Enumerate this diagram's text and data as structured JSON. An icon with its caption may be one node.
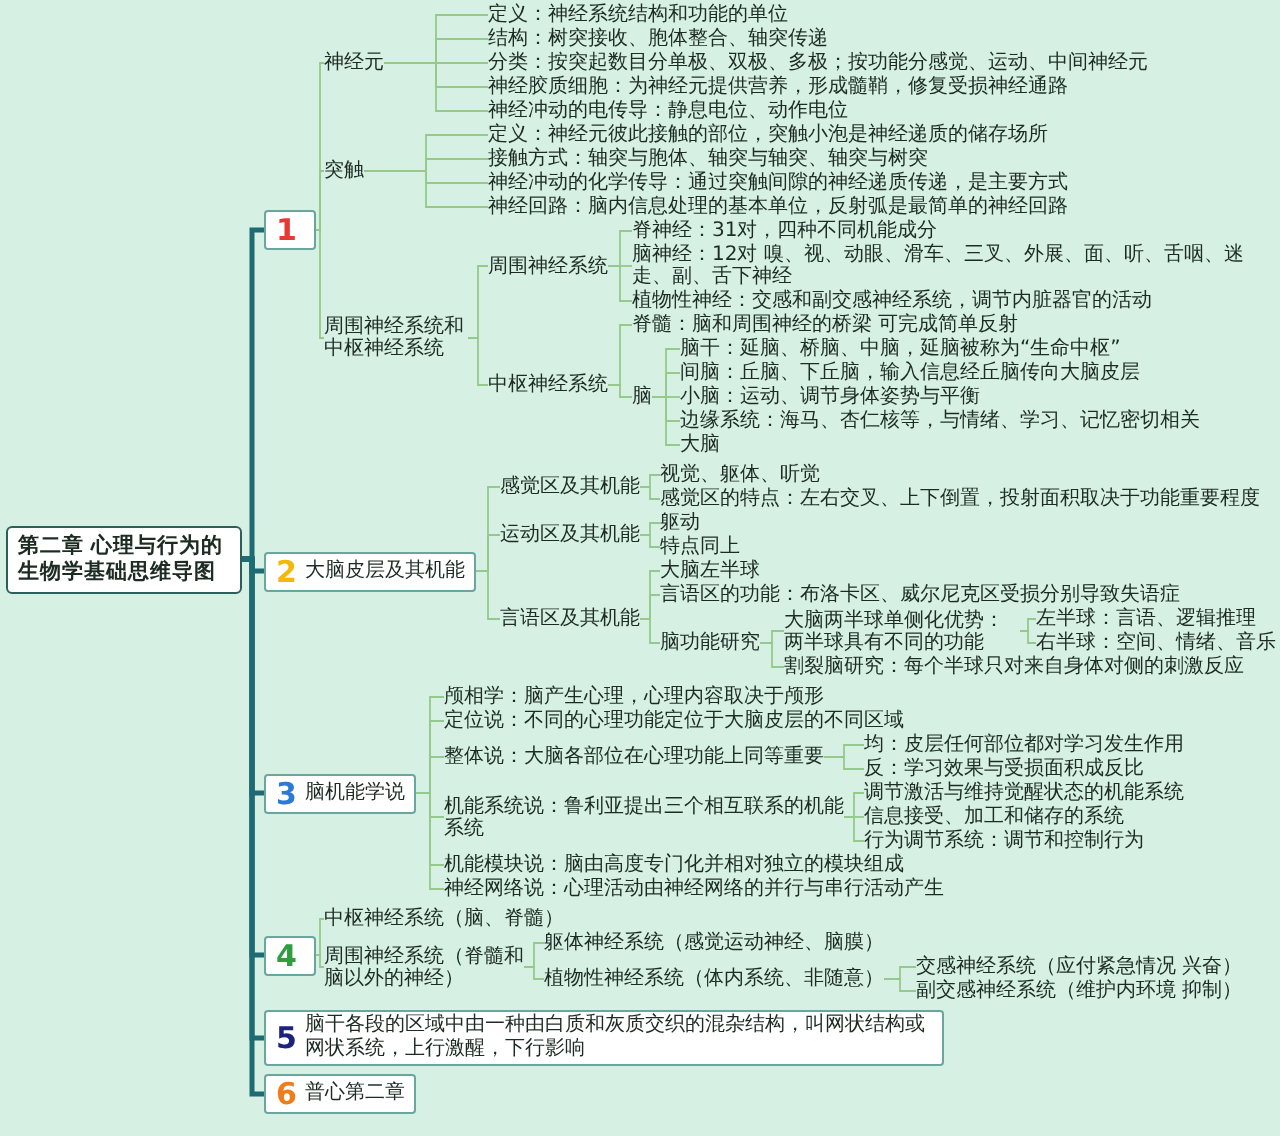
{
  "diagram": {
    "nodes": [
      {
        "text": [
          "第二章 心理与行为的生物学基础思维导图"
        ]
      },
      {
        "text": [
          "1"
        ]
      },
      {
        "text": [
          "神经元"
        ]
      },
      {
        "text": [
          "定义：神经系统结构和功能的单位"
        ]
      },
      {
        "text": [
          "结构：树突接收、胞体整合、轴突传递"
        ]
      },
      {
        "text": [
          "分类：按突起数目分单极、双极、多极；按功能分感觉、运动、中间神经元"
        ]
      },
      {
        "text": [
          "神经胶质细胞：为神经元提供营养，形成髓鞘，修复受损神经通路"
        ]
      },
      {
        "text": [
          "神经冲动的电传导：静息电位、动作电位"
        ]
      },
      {
        "text": [
          "突触"
        ]
      },
      {
        "text": [
          "定义：神经元彼此接触的部位，突触小泡是神经递质的储存场所"
        ]
      },
      {
        "text": [
          "接触方式：轴突与胞体、轴突与轴突、轴突与树突"
        ]
      },
      {
        "text": [
          "神经冲动的化学传导：通过突触间隙的神经递质传递，是主要方式"
        ]
      },
      {
        "text": [
          "神经回路：脑内信息处理的基本单位，反射弧是最简单的神经回路"
        ]
      },
      {
        "text": [
          "周围神经系统和中枢神经系统"
        ]
      },
      {
        "text": [
          "周围神经系统"
        ]
      },
      {
        "text": [
          "脊神经：31对，四种不同机能成分"
        ]
      },
      {
        "text": [
          "脑神经：12对 嗅、视、动眼、滑车、三叉、外展、面、听、舌咽、迷走、副、舌下神经"
        ]
      },
      {
        "text": [
          "植物性神经：交感和副交感神经系统，调节内脏器官的活动"
        ]
      },
      {
        "text": [
          "中枢神经系统"
        ]
      },
      {
        "text": [
          "脊髓：脑和周围神经的桥梁 可完成简单反射"
        ]
      },
      {
        "text": [
          "脑"
        ]
      },
      {
        "text": [
          "脑干：延脑、桥脑、中脑，延脑被称为“生命中枢”"
        ]
      },
      {
        "text": [
          "间脑：丘脑、下丘脑，输入信息经丘脑传向大脑皮层"
        ]
      },
      {
        "text": [
          "小脑：运动、调节身体姿势与平衡"
        ]
      },
      {
        "text": [
          "边缘系统：海马、杏仁核等，与情绪、学习、记忆密切相关"
        ]
      },
      {
        "text": [
          "大脑"
        ]
      },
      {
        "text": [
          "2",
          "大脑皮层及其机能"
        ]
      },
      {
        "text": [
          "感觉区及其机能"
        ]
      },
      {
        "text": [
          "视觉、躯体、听觉"
        ]
      },
      {
        "text": [
          "感觉区的特点：左右交叉、上下倒置，投射面积取决于功能重要程度"
        ]
      },
      {
        "text": [
          "运动区及其机能"
        ]
      },
      {
        "text": [
          "躯动"
        ]
      },
      {
        "text": [
          "特点同上"
        ]
      },
      {
        "text": [
          "言语区及其机能"
        ]
      },
      {
        "text": [
          "大脑左半球"
        ]
      },
      {
        "text": [
          "言语区的功能：布洛卡区、威尔尼克区受损分别导致失语症"
        ]
      },
      {
        "text": [
          "脑功能研究"
        ]
      },
      {
        "text": [
          "大脑两半球单侧化优势：两半球具有不同的功能"
        ]
      },
      {
        "text": [
          "左半球：言语、逻辑推理"
        ]
      },
      {
        "text": [
          "右半球：空间、情绪、音乐"
        ]
      },
      {
        "text": [
          "割裂脑研究：每个半球只对来自身体对侧的刺激反应"
        ]
      },
      {
        "text": [
          "3",
          "脑机能学说"
        ]
      },
      {
        "text": [
          "颅相学：脑产生心理，心理内容取决于颅形"
        ]
      },
      {
        "text": [
          "定位说：不同的心理功能定位于大脑皮层的不同区域"
        ]
      },
      {
        "text": [
          "整体说：大脑各部位在心理功能上同等重要"
        ]
      },
      {
        "text": [
          "均：皮层任何部位都对学习发生作用"
        ]
      },
      {
        "text": [
          "反：学习效果与受损面积成反比"
        ]
      },
      {
        "text": [
          "机能系统说：鲁利亚提出三个相互联系的机能系统"
        ]
      },
      {
        "text": [
          "调节激活与维持觉醒状态的机能系统"
        ]
      },
      {
        "text": [
          "信息接受、加工和储存的系统"
        ]
      },
      {
        "text": [
          "行为调节系统：调节和控制行为"
        ]
      },
      {
        "text": [
          "机能模块说：脑由高度专门化并相对独立的模块组成"
        ]
      },
      {
        "text": [
          "神经网络说：心理活动由神经网络的并行与串行活动产生"
        ]
      },
      {
        "text": [
          "4"
        ]
      },
      {
        "text": [
          "中枢神经系统（脑、脊髓）"
        ]
      },
      {
        "text": [
          "周围神经系统（脊髓和脑以外的神经）"
        ]
      },
      {
        "text": [
          "躯体神经系统（感觉运动神经、脑膜）"
        ]
      },
      {
        "text": [
          "植物性神经系统（体内系统、非随意）"
        ]
      },
      {
        "text": [
          "交感神经系统（应付紧急情况 兴奋）"
        ]
      },
      {
        "text": [
          "副交感神经系统（维护内环境 抑制）"
        ]
      },
      {
        "text": [
          "5",
          "脑干各段的区域中由一种由白质和灰质交织的混杂结构，叫网状结构或网状系统，上行激醒，下行影响"
        ]
      },
      {
        "text": [
          "6",
          "普心第二章"
        ]
      }
    ],
    "edges": [
      {
        "from": 0,
        "to": 1,
        "arrow": "none",
        "style": "thick",
        "color": "#1e6b73"
      },
      {
        "from": 0,
        "to": 26,
        "arrow": "none",
        "style": "thick",
        "color": "#1e6b73"
      },
      {
        "from": 0,
        "to": 41,
        "arrow": "none",
        "style": "thick",
        "color": "#1e6b73"
      },
      {
        "from": 0,
        "to": 53,
        "arrow": "none",
        "style": "thick",
        "color": "#1e6b73"
      },
      {
        "from": 0,
        "to": 60,
        "arrow": "none",
        "style": "thick",
        "color": "#1e6b73"
      },
      {
        "from": 0,
        "to": 61,
        "arrow": "none",
        "style": "thick",
        "color": "#1e6b73"
      },
      {
        "from": 1,
        "to": 2,
        "arrow": "none"
      },
      {
        "from": 1,
        "to": 8,
        "arrow": "none"
      },
      {
        "from": 1,
        "to": 13,
        "arrow": "none"
      },
      {
        "from": 2,
        "to": 3,
        "arrow": "none"
      },
      {
        "from": 2,
        "to": 4,
        "arrow": "none"
      },
      {
        "from": 2,
        "to": 5,
        "arrow": "none"
      },
      {
        "from": 2,
        "to": 6,
        "arrow": "none"
      },
      {
        "from": 2,
        "to": 7,
        "arrow": "none"
      },
      {
        "from": 8,
        "to": 9,
        "arrow": "none"
      },
      {
        "from": 8,
        "to": 10,
        "arrow": "none"
      },
      {
        "from": 8,
        "to": 11,
        "arrow": "none"
      },
      {
        "from": 8,
        "to": 12,
        "arrow": "none"
      },
      {
        "from": 13,
        "to": 14,
        "arrow": "none"
      },
      {
        "from": 13,
        "to": 18,
        "arrow": "none"
      },
      {
        "from": 14,
        "to": 15,
        "arrow": "none"
      },
      {
        "from": 14,
        "to": 16,
        "arrow": "none"
      },
      {
        "from": 14,
        "to": 17,
        "arrow": "none"
      },
      {
        "from": 18,
        "to": 19,
        "arrow": "none"
      },
      {
        "from": 18,
        "to": 20,
        "arrow": "none"
      },
      {
        "from": 20,
        "to": 21,
        "arrow": "none"
      },
      {
        "from": 20,
        "to": 22,
        "arrow": "none"
      },
      {
        "from": 20,
        "to": 23,
        "arrow": "none"
      },
      {
        "from": 20,
        "to": 24,
        "arrow": "none"
      },
      {
        "from": 20,
        "to": 25,
        "arrow": "none"
      },
      {
        "from": 26,
        "to": 27,
        "arrow": "none"
      },
      {
        "from": 26,
        "to": 30,
        "arrow": "none"
      },
      {
        "from": 26,
        "to": 33,
        "arrow": "none"
      },
      {
        "from": 27,
        "to": 28,
        "arrow": "none"
      },
      {
        "from": 27,
        "to": 29,
        "arrow": "none"
      },
      {
        "from": 30,
        "to": 31,
        "arrow": "none"
      },
      {
        "from": 30,
        "to": 32,
        "arrow": "none"
      },
      {
        "from": 33,
        "to": 34,
        "arrow": "none"
      },
      {
        "from": 33,
        "to": 35,
        "arrow": "none"
      },
      {
        "from": 33,
        "to": 36,
        "arrow": "none"
      },
      {
        "from": 36,
        "to": 37,
        "arrow": "none"
      },
      {
        "from": 36,
        "to": 40,
        "arrow": "none"
      },
      {
        "from": 37,
        "to": 38,
        "arrow": "none"
      },
      {
        "from": 37,
        "to": 39,
        "arrow": "none"
      },
      {
        "from": 41,
        "to": 42,
        "arrow": "none"
      },
      {
        "from": 41,
        "to": 43,
        "arrow": "none"
      },
      {
        "from": 41,
        "to": 44,
        "arrow": "none"
      },
      {
        "from": 41,
        "to": 47,
        "arrow": "none"
      },
      {
        "from": 41,
        "to": 51,
        "arrow": "none"
      },
      {
        "from": 41,
        "to": 52,
        "arrow": "none"
      },
      {
        "from": 44,
        "to": 45,
        "arrow": "none"
      },
      {
        "from": 44,
        "to": 46,
        "arrow": "none"
      },
      {
        "from": 47,
        "to": 48,
        "arrow": "none"
      },
      {
        "from": 47,
        "to": 49,
        "arrow": "none"
      },
      {
        "from": 47,
        "to": 50,
        "arrow": "none"
      },
      {
        "from": 53,
        "to": 54,
        "arrow": "none"
      },
      {
        "from": 53,
        "to": 55,
        "arrow": "none"
      },
      {
        "from": 55,
        "to": 56,
        "arrow": "none"
      },
      {
        "from": 55,
        "to": 57,
        "arrow": "none"
      },
      {
        "from": 57,
        "to": 58,
        "arrow": "none"
      },
      {
        "from": 57,
        "to": 59,
        "arrow": "none"
      }
    ]
  }
}
